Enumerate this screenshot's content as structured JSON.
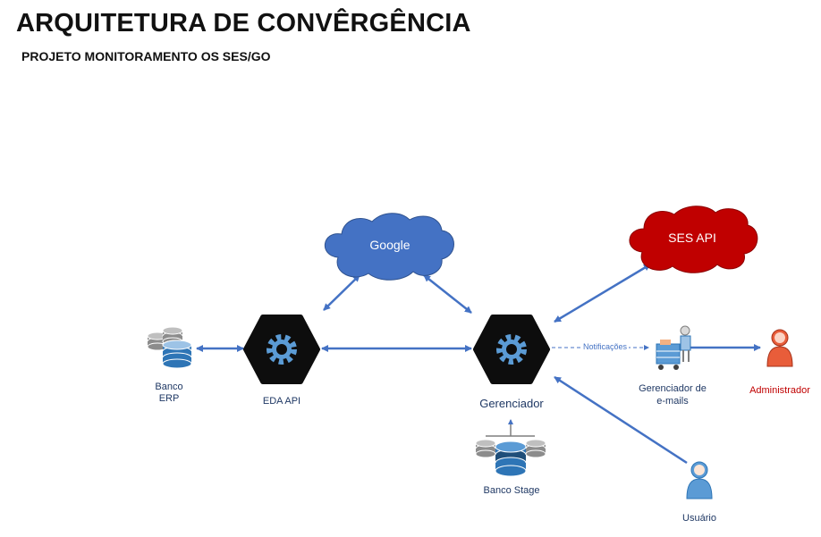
{
  "header": {
    "title": "ARQUITETURA DE CONVÊRGÊNCIA",
    "subtitle": "PROJETO MONITORAMENTO OS SES/GO"
  },
  "nodes": {
    "google": "Google",
    "ses_api": "SES API",
    "banco_erp_line1": "Banco",
    "banco_erp_line2": "ERP",
    "eda_api": "EDA API",
    "gerenciador": "Gerenciador",
    "banco_stage": "Banco Stage",
    "gerenciador_emails_line1": "Gerenciador de",
    "gerenciador_emails_line2": "e-mails",
    "administrador": "Administrador",
    "usuario": "Usuário"
  },
  "edges": {
    "notificacoes": "Notificações"
  },
  "colors": {
    "google_cloud": "#4472c4",
    "ses_cloud": "#c00000",
    "arrow": "#4472c4",
    "label": "#1f3864",
    "admin_label": "#c00000",
    "hex_node": "#0d0d0d",
    "gear": "#5b9bd5"
  }
}
